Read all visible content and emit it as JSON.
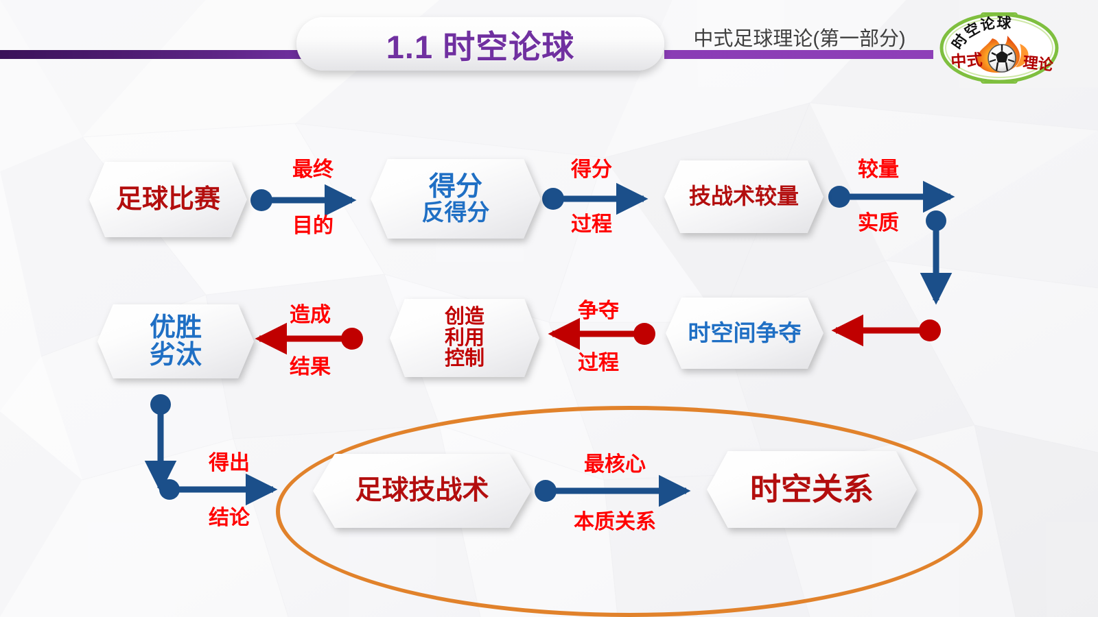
{
  "header": {
    "title": "1.1 时空论球",
    "subtitle": "中式足球理论(第一部分)",
    "accent_purple_dark": "#3a1259",
    "accent_purple_light": "#8a3cb5",
    "title_color": "#7030a0"
  },
  "logo": {
    "name": "shikong-lunqiu-logo",
    "top_text": "时空论球",
    "bottom_left_text": "中式",
    "bottom_right_text": "理论",
    "ring_color": "#8cc63f",
    "ball_icon": "soccer-ball-icon",
    "flame_icon": "flame-icon"
  },
  "diagram": {
    "nodes": [
      {
        "id": "n1",
        "lines": [
          "足球比赛"
        ],
        "color": "#c00000",
        "font_size": 38
      },
      {
        "id": "n2",
        "lines": [
          "得分",
          "反得分"
        ],
        "color": "#1f6fc4",
        "font_size": 36
      },
      {
        "id": "n3",
        "lines": [
          "技战术较量"
        ],
        "color": "#c00000",
        "font_size": 32
      },
      {
        "id": "n4",
        "lines": [
          "时空间争夺"
        ],
        "color": "#1f6fc4",
        "font_size": 33
      },
      {
        "id": "n5",
        "lines": [
          "创造",
          "利用",
          "控制"
        ],
        "color": "#c00000",
        "font_size": 29
      },
      {
        "id": "n6",
        "lines": [
          "优胜",
          "劣汰"
        ],
        "color": "#1f6fc4",
        "font_size": 38
      },
      {
        "id": "n7",
        "lines": [
          "足球技战术"
        ],
        "color": "#c00000",
        "font_size": 38
      },
      {
        "id": "n8",
        "lines": [
          "时空关系"
        ],
        "color": "#c00000",
        "font_size": 44
      }
    ],
    "connector_labels": [
      {
        "id": "c1a",
        "text": "最终"
      },
      {
        "id": "c1b",
        "text": "目的"
      },
      {
        "id": "c2a",
        "text": "得分"
      },
      {
        "id": "c2b",
        "text": "过程"
      },
      {
        "id": "c3a",
        "text": "较量"
      },
      {
        "id": "c3b",
        "text": "实质"
      },
      {
        "id": "c4a",
        "text": "争夺"
      },
      {
        "id": "c4b",
        "text": "过程"
      },
      {
        "id": "c5a",
        "text": "造成"
      },
      {
        "id": "c5b",
        "text": "结果"
      },
      {
        "id": "c6a",
        "text": "得出"
      },
      {
        "id": "c6b",
        "text": "结论"
      },
      {
        "id": "c7a",
        "text": "最核心"
      },
      {
        "id": "c7b",
        "text": "本质关系"
      }
    ],
    "arrow_blue": "#1b4f8a",
    "arrow_red": "#c00000",
    "highlight_ellipse_color": "#e1822b"
  }
}
